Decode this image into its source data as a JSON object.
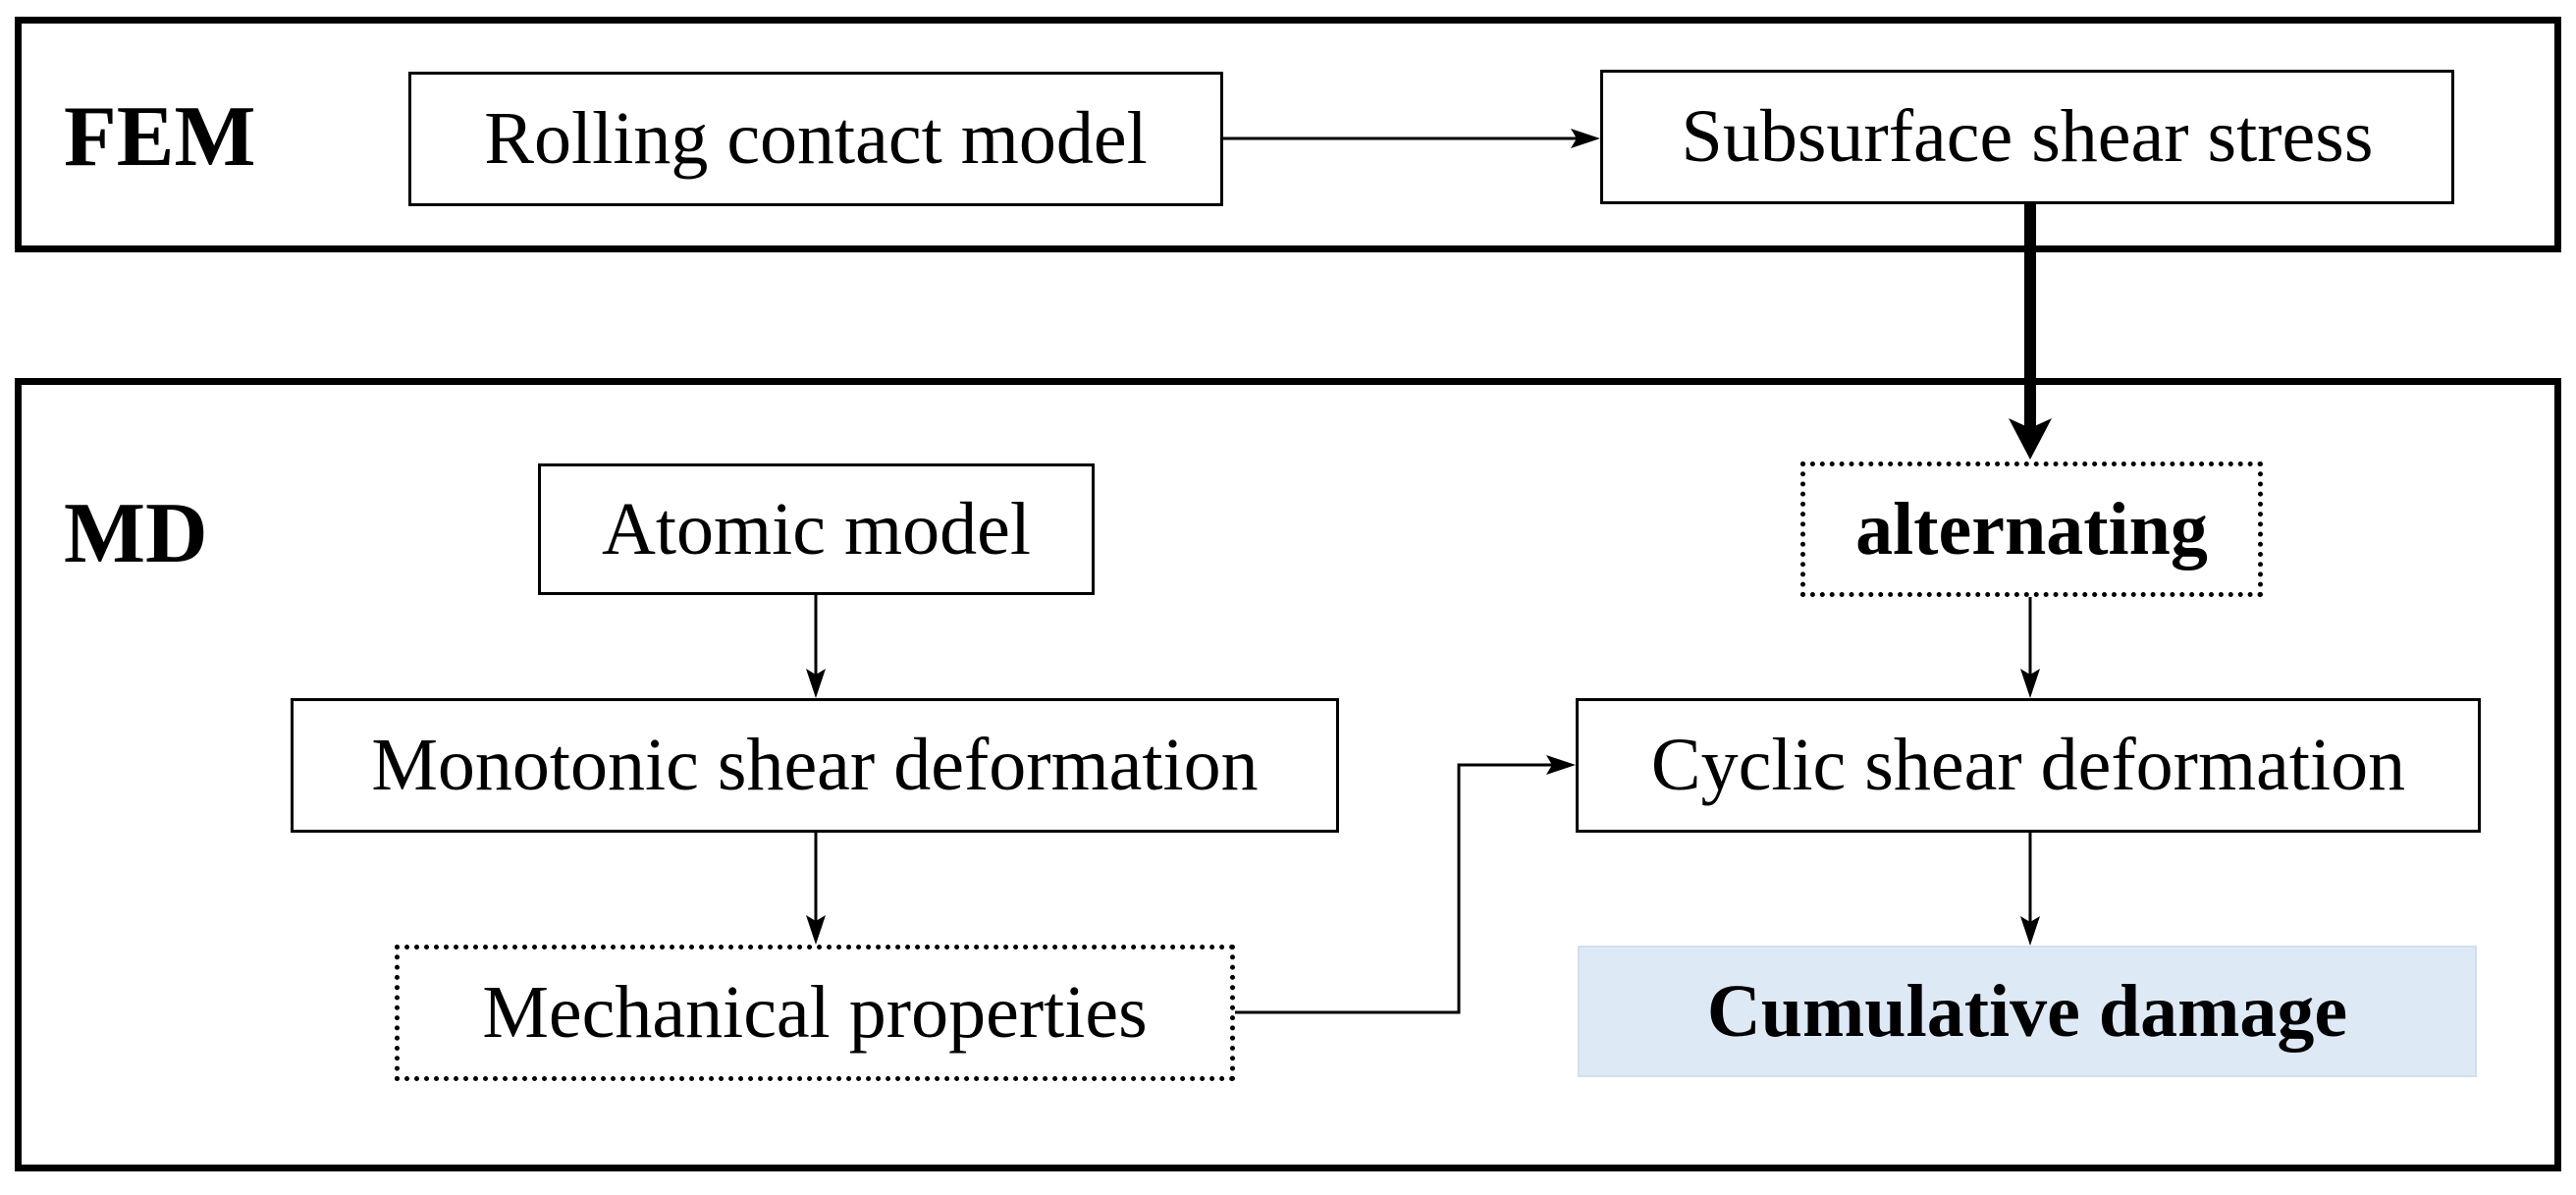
{
  "panels": {
    "fem": {
      "label": "FEM"
    },
    "md": {
      "label": "MD"
    }
  },
  "nodes": {
    "rolling_contact_model": "Rolling contact model",
    "subsurface_shear_stress": "Subsurface shear stress",
    "atomic_model": "Atomic model",
    "monotonic_shear_deformation": "Monotonic shear deformation",
    "mechanical_properties": "Mechanical properties",
    "alternating": "alternating",
    "cyclic_shear_deformation": "Cyclic shear deformation",
    "cumulative_damage": "Cumulative damage"
  },
  "colors": {
    "cumulative_damage_fill": "#dde9f5",
    "line": "#000000"
  }
}
